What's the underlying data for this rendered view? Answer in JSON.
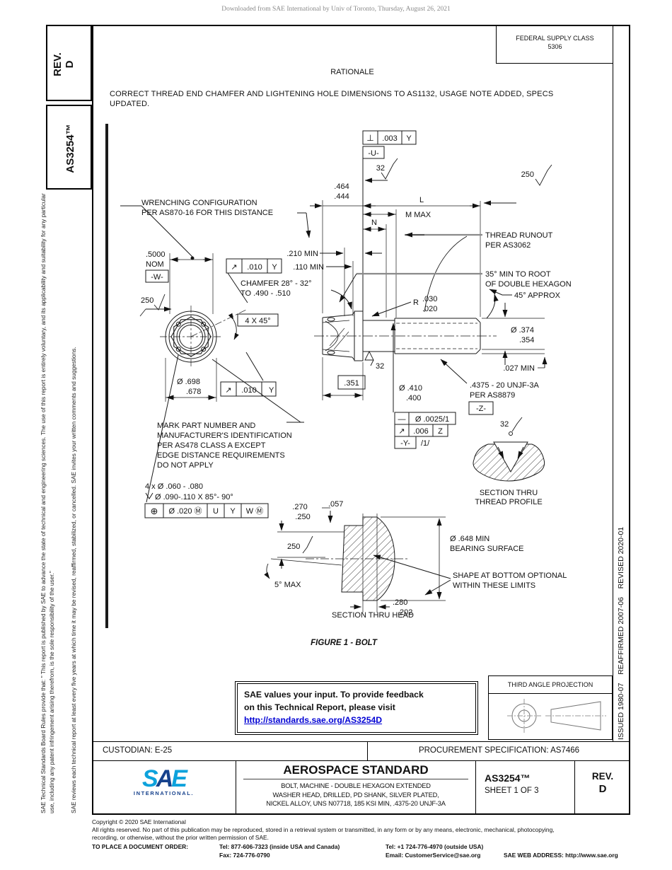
{
  "page": {
    "watermark": "Downloaded from SAE International by Univ of Toronto, Thursday, August 26, 2021"
  },
  "left_sidebar": {
    "rev_label": "REV.",
    "rev_value": "D",
    "doc_number": "AS3254™",
    "legal_para1": "SAE Technical Standards Board Rules provide that: \" This report is published by SAE to advance the state of technical and engineering sciences. The use of this report is entirely voluntary, and its applicability and suitability for any particular use, including any patent infringement arising therefrom, is the sole responsibility of the user.\"",
    "legal_para2": "SAE reviews each technical report at least every five years at which time it may be revised, reaffirmed, stabilized, or cancelled. SAE invites your written comments and suggestions."
  },
  "right_sidebar": {
    "history": "ISSUED 1980-07    REAFFIRMED 2007-06    REVISED 2020-01"
  },
  "header": {
    "fsc_label": "FEDERAL SUPPLY CLASS",
    "fsc_value": "5306",
    "rationale_title": "RATIONALE",
    "rationale_line1": "CORRECT THREAD END CHAMFER AND LIGHTENING HOLE DIMENSIONS TO AS1132, USAGE NOTE ADDED, SPECS",
    "rationale_line2": "UPDATED."
  },
  "drawing": {
    "fcf_perp_sym": "⊥",
    "fcf_perp_tol": ".003",
    "fcf_perp_datum": "Y",
    "datum_u": "-U-",
    "datum_w": "-W-",
    "datum_y": "-Y-",
    "datum_z": "-Z-",
    "sf_32": "32",
    "sf_250": "250",
    "dim_464": ".464",
    "dim_444": ".444",
    "dim_L": "L",
    "dim_m_max": "M MAX",
    "dim_n": "N",
    "thread_runout1": "THREAD RUNOUT",
    "thread_runout2": "PER AS3062",
    "root_note1": "35° MIN TO ROOT",
    "root_note2": "OF DOUBLE HEXAGON",
    "wrench1": "WRENCHING CONFIGURATION",
    "wrench2": "PER AS870-16 FOR THIS DISTANCE",
    "dim_210": ".210 MIN",
    "dim_110": ".110 MIN",
    "chamfer1": "CHAMFER 28° - 32°",
    "chamfer2": "TO .490 - .510",
    "dim_5000": ".5000",
    "nom": "NOM",
    "runout_sym": "↗",
    "fcf_runout_tol": ".010",
    "fcf_runout_datum": "Y",
    "angle_4x45": "4 X 45°",
    "dia_698": "Ø .698",
    "dia_678": ".678",
    "r_lbl": "R",
    "r_030": ".030",
    "r_020": ".020",
    "approx45": "45° APPROX",
    "dia_374": "Ø .374",
    "dia_354": ".354",
    "dim_027": ".027 MIN",
    "dim_351": ".351",
    "dia_410": "Ø .410",
    "dia_400": ".400",
    "straight_sym": "—",
    "straight_tol": "Ø .0025/1",
    "runout2_tol": ".006",
    "runout2_datum": "Z",
    "per_unit": "/1/",
    "thread_spec1": ".4375 - 20 UNJF-3A",
    "thread_spec2": "PER AS8879",
    "sec_thread1": "SECTION THRU",
    "sec_thread2": "THREAD PROFILE",
    "mark1": "MARK PART NUMBER AND",
    "mark2": "MANUFACTURER'S IDENTIFICATION",
    "mark3": "PER AS478 CLASS A EXCEPT",
    "mark4": "EDGE DISTANCE REQUIREMENTS",
    "mark5": "DO NOT APPLY",
    "holes1": "4 x Ø .060 - .080",
    "holes2": "Ø .090-.110 X 85°- 90°",
    "pos_sym": "⊕",
    "pos_tol": "Ø .020 Ⓜ",
    "pos_d1": "U",
    "pos_d2": "Y",
    "pos_d3": "W Ⓜ",
    "dim_270": ".270",
    "dim_250": ".250",
    "dim_057": ".057",
    "deg5": "5° MAX",
    "dia_648_1": "Ø .648 MIN",
    "dia_648_2": "BEARING SURFACE",
    "shape1": "SHAPE AT BOTTOM OPTIONAL",
    "shape2": "WITHIN THESE LIMITS",
    "dim_280": ".280",
    "dim_202": ".202",
    "sec_head": "SECTION THRU HEAD",
    "figure_caption": "FIGURE 1 - BOLT"
  },
  "feedback_box": {
    "line1": "SAE values your input. To provide feedback",
    "line2": "on this Technical Report, please visit",
    "link": "http://standards.sae.org/AS3254D"
  },
  "projection_box": {
    "title": "THIRD ANGLE PROJECTION"
  },
  "title_block": {
    "custodian": "CUSTODIAN: E-25",
    "procurement": "PROCUREMENT SPECIFICATION: AS7466",
    "logo_s": "S",
    "logo_a": "A",
    "logo_e": "E",
    "logo_sub": "INTERNATIONAL.",
    "standard_type": "AEROSPACE STANDARD",
    "title_line1": "BOLT, MACHINE - DOUBLE HEXAGON EXTENDED",
    "title_line2": "WASHER HEAD, DRILLED, PD SHANK, SILVER PLATED,",
    "title_line3": "NICKEL ALLOY, UNS N07718, 185 KSI MIN, .4375-20 UNJF-3A",
    "doc_number": "AS3254™",
    "sheet": "SHEET 1 OF 3",
    "rev_label": "REV.",
    "rev_value": "D"
  },
  "footer": {
    "copyright": "Copyright © 2020 SAE International",
    "rights1": "All rights reserved. No part of this publication may be reproduced, stored in a retrieval system or transmitted, in any form or by any means, electronic, mechanical, photocopying,",
    "rights2": "recording, or otherwise, without the prior written permission of SAE.",
    "order_label": "TO PLACE A DOCUMENT ORDER:",
    "tel_inside": "Tel: 877-606-7323 (inside USA and Canada)",
    "tel_outside": "Tel: +1 724-776-4970 (outside USA)",
    "fax": "Fax: 724-776-0790",
    "email": "Email: CustomerService@sae.org",
    "web": "SAE WEB ADDRESS: http://www.sae.org"
  }
}
